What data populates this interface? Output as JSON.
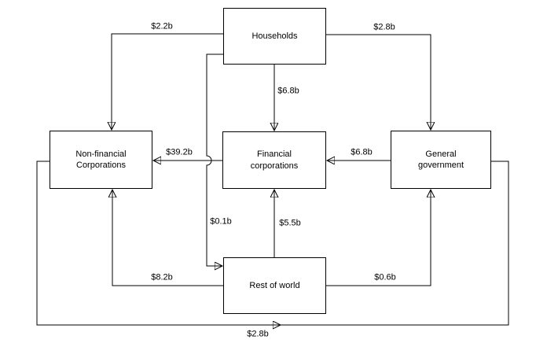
{
  "colors": {
    "background": "#ffffff",
    "line": "#000000",
    "text": "#000000"
  },
  "nodes": {
    "households": {
      "label": "Households"
    },
    "non_financial": {
      "label": "Non-financial\nCorporations"
    },
    "financial": {
      "label": "Financial\ncorporations"
    },
    "government": {
      "label": "General\ngovernment"
    },
    "rest_of_world": {
      "label": "Rest of world"
    }
  },
  "flows": {
    "households_to_non_financial": {
      "label": "$2.2b",
      "from": "Households",
      "to": "Non-financial Corporations"
    },
    "households_to_government": {
      "label": "$2.8b",
      "from": "Households",
      "to": "General government"
    },
    "households_to_financial": {
      "label": "$6.8b",
      "from": "Households",
      "to": "Financial corporations"
    },
    "financial_to_non_financial": {
      "label": "$39.2b",
      "from": "Financial corporations",
      "to": "Non-financial Corporations"
    },
    "government_to_financial": {
      "label": "$6.8b",
      "from": "General government",
      "to": "Financial corporations"
    },
    "households_to_rest_of_world": {
      "label": "$0.1b",
      "from": "Households",
      "to": "Rest of world"
    },
    "rest_of_world_to_financial": {
      "label": "$5.5b",
      "from": "Rest of world",
      "to": "Financial corporations"
    },
    "rest_of_world_to_non_financial": {
      "label": "$8.2b",
      "from": "Rest of world",
      "to": "Non-financial Corporations"
    },
    "rest_of_world_to_government": {
      "label": "$0.6b",
      "from": "Rest of world",
      "to": "General government"
    },
    "non_financial_to_government": {
      "label": "$2.8b",
      "from": "Non-financial Corporations",
      "to": "General government"
    }
  }
}
